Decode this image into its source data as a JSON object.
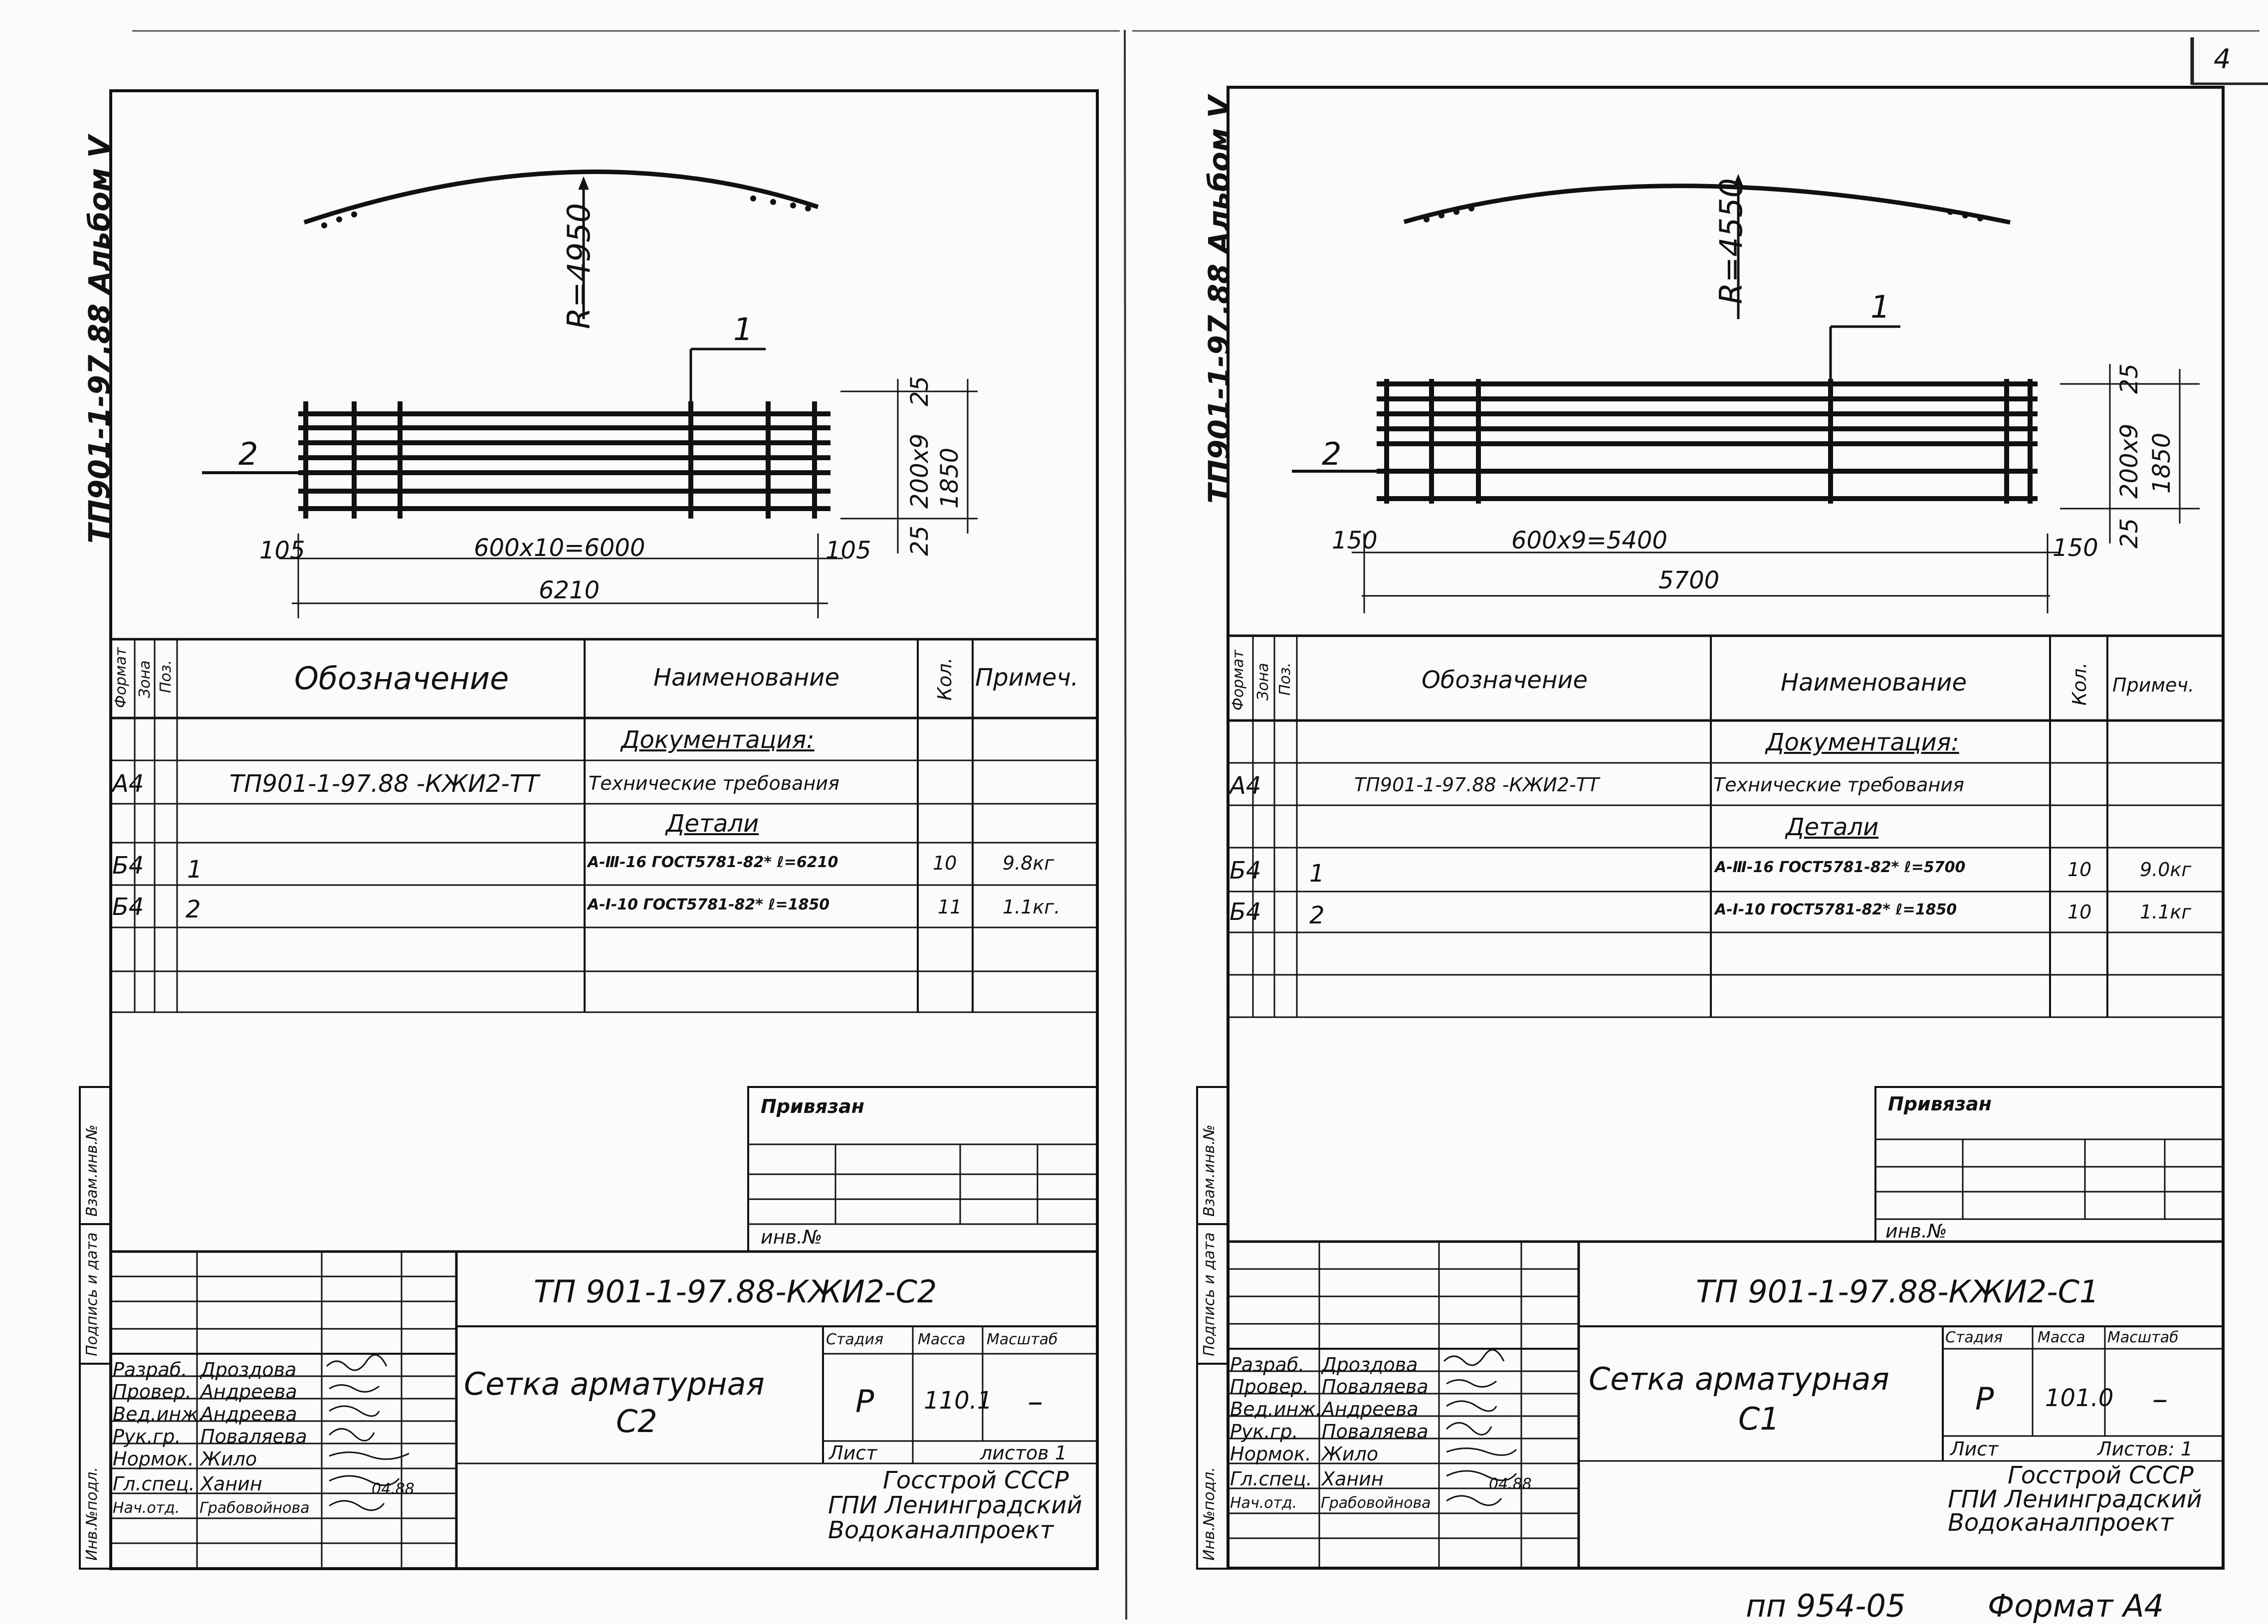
{
  "page_number": "4",
  "bottom_note": {
    "code": "пп 954-05",
    "format": "Формат А4"
  },
  "sheets": [
    {
      "id": "left",
      "album": "ТП901-1-97.88 Альбом V",
      "radius": "R=4950",
      "callout_1": "1",
      "callout_2": "2",
      "dims": {
        "top": "25",
        "pitch": "200x9",
        "height": "1850",
        "bottom": "25",
        "left": "105",
        "span": "600x10=6000",
        "right": "105",
        "total": "6210"
      },
      "table": {
        "headers": [
          "Формат",
          "Зона",
          "Поз.",
          "Обозначение",
          "Наименование",
          "Кол.",
          "Примеч."
        ],
        "rows": [
          {
            "format": "",
            "zone": "",
            "pos": "",
            "designation": "",
            "name": "Документация:",
            "qty": "",
            "note": "",
            "heading": true
          },
          {
            "format": "А4",
            "zone": "",
            "pos": "",
            "designation": "ТП901-1-97.88 -КЖИ2-ТТ",
            "name": "Технические требования",
            "qty": "",
            "note": ""
          },
          {
            "format": "",
            "zone": "",
            "pos": "",
            "designation": "",
            "name": "Детали",
            "qty": "",
            "note": "",
            "heading": true
          },
          {
            "format": "Б4",
            "zone": "",
            "pos": "1",
            "designation": "",
            "name": "A-Ⅲ-16 ГОСТ5781-82* ℓ=6210",
            "qty": "10",
            "note": "9.8кг"
          },
          {
            "format": "Б4",
            "zone": "",
            "pos": "2",
            "designation": "",
            "name": "A-Ⅰ-10 ГОСТ5781-82* ℓ=1850",
            "qty": "11",
            "note": "1.1кг."
          }
        ]
      },
      "privyazan": "Привязан",
      "inv_no": "инв.№",
      "side_labels": [
        "Взам.инв.№",
        "Подпись и дата",
        "Инв.№подл."
      ],
      "stamp": {
        "doc_code": "ТП 901-1-97.88-КЖИ2-С2",
        "title_line1": "Сетка арматурная",
        "title_line2": "С2",
        "stage_label": "Стадия",
        "mass_label": "Масса",
        "scale_label": "Масштаб",
        "stage": "Р",
        "mass": "110.1",
        "scale": "–",
        "sheet_label": "Лист",
        "sheets_label": "листов 1",
        "org1": "Госстрой СССР",
        "org2": "ГПИ Ленинградский",
        "org3": "Водоканалпроект",
        "roles": [
          "Разраб.",
          "Провер.",
          "Вед.инж.",
          "Рук.гр.",
          "Нормок.",
          "Гл.спец.",
          "Нач.отд."
        ],
        "names": [
          "Дроздова",
          "Андреева",
          "Андреева",
          "Поваляева",
          "Жило",
          "Ханин",
          "Грабовойнова"
        ],
        "sign_date": "04.88"
      }
    },
    {
      "id": "right",
      "album": "ТП901-1-97.88 Альбом V",
      "radius": "R=4550",
      "callout_1": "1",
      "callout_2": "2",
      "dims": {
        "top": "25",
        "pitch": "200x9",
        "height": "1850",
        "bottom": "25",
        "left": "150",
        "span": "600x9=5400",
        "right": "150",
        "total": "5700"
      },
      "table": {
        "headers": [
          "Формат",
          "Зона",
          "Поз.",
          "Обозначение",
          "Наименование",
          "Кол.",
          "Примеч."
        ],
        "rows": [
          {
            "format": "",
            "zone": "",
            "pos": "",
            "designation": "",
            "name": "Документация:",
            "qty": "",
            "note": "",
            "heading": true
          },
          {
            "format": "А4",
            "zone": "",
            "pos": "",
            "designation": "ТП901-1-97.88 -КЖИ2-ТТ",
            "name": "Технические требования",
            "qty": "",
            "note": ""
          },
          {
            "format": "",
            "zone": "",
            "pos": "",
            "designation": "",
            "name": "Детали",
            "qty": "",
            "note": "",
            "heading": true
          },
          {
            "format": "Б4",
            "zone": "",
            "pos": "1",
            "designation": "",
            "name": "A-Ⅲ-16 ГОСТ5781-82* ℓ=5700",
            "qty": "10",
            "note": "9.0кг"
          },
          {
            "format": "Б4",
            "zone": "",
            "pos": "2",
            "designation": "",
            "name": "A-Ⅰ-10 ГОСТ5781-82* ℓ=1850",
            "qty": "10",
            "note": "1.1кг"
          }
        ]
      },
      "privyazan": "Привязан",
      "inv_no": "инв.№",
      "side_labels": [
        "Взам.инв.№",
        "Подпись и дата",
        "Инв.№подл."
      ],
      "stamp": {
        "doc_code": "ТП 901-1-97.88-КЖИ2-С1",
        "title_line1": "Сетка арматурная",
        "title_line2": "С1",
        "stage_label": "Стадия",
        "mass_label": "Масса",
        "scale_label": "Масштаб",
        "stage": "Р",
        "mass": "101.0",
        "scale": "–",
        "sheet_label": "Лист",
        "sheets_label": "Листов: 1",
        "org1": "Госстрой СССР",
        "org2": "ГПИ Ленинградский",
        "org3": "Водоканалпроект",
        "roles": [
          "Разраб.",
          "Провер.",
          "Вед.инж.",
          "Рук.гр.",
          "Нормок.",
          "Гл.спец.",
          "Нач.отд."
        ],
        "names": [
          "Дроздова",
          "Поваляева",
          "Андреева",
          "Поваляева",
          "Жило",
          "Ханин",
          "Грабовойнова"
        ],
        "sign_date": "04.88"
      }
    }
  ]
}
